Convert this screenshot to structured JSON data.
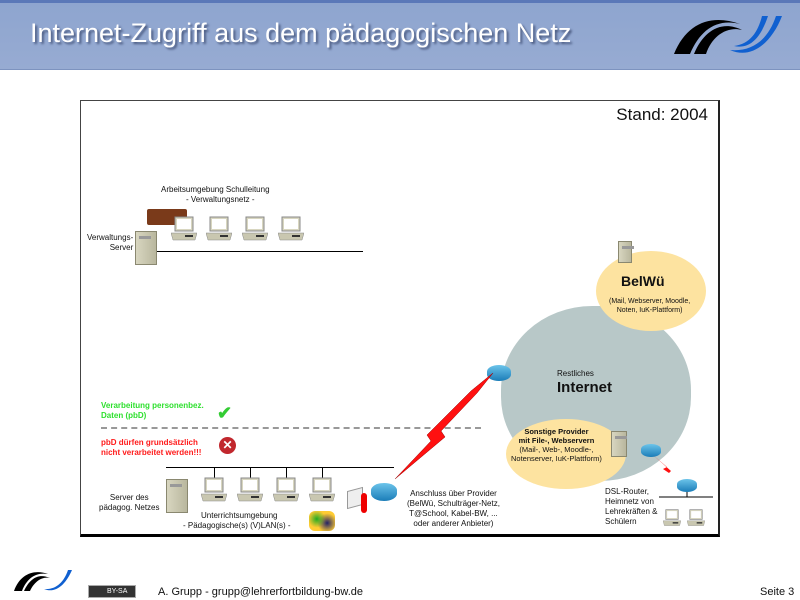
{
  "header": {
    "title": "Internet-Zugriff aus dem pädagogischen Netz",
    "logo": "lehrerfortbildung-logo"
  },
  "diagram": {
    "year_label": "Stand: 2004",
    "admin": {
      "title": "Arbeitsumgebung Schulleitung",
      "subtitle": "- Verwaltungsnetz -",
      "server": "Verwaltungs-",
      "server2": "Server"
    },
    "allowed": {
      "line1": "Verarbeitung personenbez.",
      "line2": "Daten (pbD)"
    },
    "forbidden": {
      "line1": "pbD dürfen grundsätzlich",
      "line2": "nicht verarbeitet werden!!!"
    },
    "teaching": {
      "server1": "Server des",
      "server2": "pädagog. Netzes",
      "title": "Unterrichtsumgebung",
      "subtitle": "- Pädagogische(s) (V)LAN(s) -"
    },
    "provider": {
      "l1": "Anschluss über Provider",
      "l2": "(BelWü, Schulträger-Netz,",
      "l3": "T@School, Kabel-BW, ...",
      "l4": "oder anderer Anbieter)"
    },
    "belwue": {
      "title": "BelWü",
      "l1": "(Mail, Webserver, Moodle,",
      "l2": "Noten, IuK-Plattform)"
    },
    "internet": {
      "small": "Restliches",
      "title": "Internet"
    },
    "other": {
      "l1": "Sonstige Provider",
      "l2": "mit File-, Webservern",
      "l3": "(Mail-, Web-, Moodle-,",
      "l4": "Notenserver, IuK-Plattform)"
    },
    "home": {
      "l1": "DSL-Router,",
      "l2": "Heimnetz von",
      "l3": "Lehrekräften &",
      "l4": "Schülern"
    }
  },
  "footer": {
    "license": "BY-SA",
    "author": "A. Grupp - grupp@lehrerfortbildung-bw.de",
    "page": "Seite 3"
  },
  "colors": {
    "header": "#8ea5cf",
    "green": "#2ee02e",
    "red": "#ff1a1a",
    "cloud_yellow": "#fde3a0",
    "cloud_gray": "#b8c8c8"
  }
}
